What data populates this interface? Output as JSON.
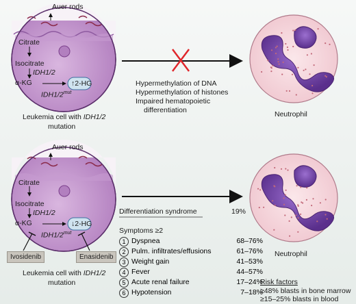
{
  "top_panel": {
    "cell_labels": {
      "auer_rods": "Auer rods",
      "citrate": "Citrate",
      "isocitrate": "Isocitrate",
      "enzyme": "IDH1/2",
      "akg": "α-KG",
      "product": "↑2-HG",
      "mutant_prefix": "IDH1/2",
      "mutant_sup": "mut"
    },
    "caption_line1_prefix": "Leukemia cell with ",
    "caption_line1_italic": "IDH1/2",
    "caption_line2": "mutation",
    "effects": [
      "Hypermethylation of DNA",
      "Hypermethylation of histones",
      "Impaired hematopoietic",
      "differentiation"
    ],
    "neutrophil_label": "Neutrophil"
  },
  "bottom_panel": {
    "cell_labels": {
      "auer_rods": "Auer rods",
      "citrate": "Citrate",
      "isocitrate": "Isocitrate",
      "enzyme": "IDH1/2",
      "akg": "α-KG",
      "product": "↓2-HG",
      "mutant_prefix": "IDH1/2",
      "mutant_sup": "mut"
    },
    "drugs": [
      "Ivosidenib",
      "Enasidenib"
    ],
    "caption_line1_prefix": "Leukemia cell with ",
    "caption_line1_italic": "IDH1/2",
    "caption_line2": "mutation",
    "syndrome_label": "Differentiation syndrome",
    "syndrome_pct": "19%",
    "symptoms_header": "Symptoms ≥2",
    "symptoms": [
      {
        "num": "1",
        "label": "Dyspnea",
        "pct": "68–76%"
      },
      {
        "num": "2",
        "label": "Pulm. infiltrates/effusions",
        "pct": "61–76%"
      },
      {
        "num": "3",
        "label": "Weight gain",
        "pct": "41–53%"
      },
      {
        "num": "4",
        "label": "Fever",
        "pct": "44–57%"
      },
      {
        "num": "5",
        "label": "Acute renal failure",
        "pct": "17–24%"
      },
      {
        "num": "6",
        "label": "Hypotension",
        "pct": "7–18%"
      }
    ],
    "risk_header": "Risk factors",
    "risk_factors": [
      "≥48% blasts in bone marrow",
      "≥15–25% blasts in blood"
    ],
    "neutrophil_label": "Neutrophil"
  },
  "colors": {
    "cell_fill": "#c79bd0",
    "cell_stroke": "#5b2f6b",
    "neutrophil_fill": "#f3d6dc",
    "nucleus": "#6a3d9a",
    "block_x": "#e0262b",
    "arrow": "#111111"
  }
}
